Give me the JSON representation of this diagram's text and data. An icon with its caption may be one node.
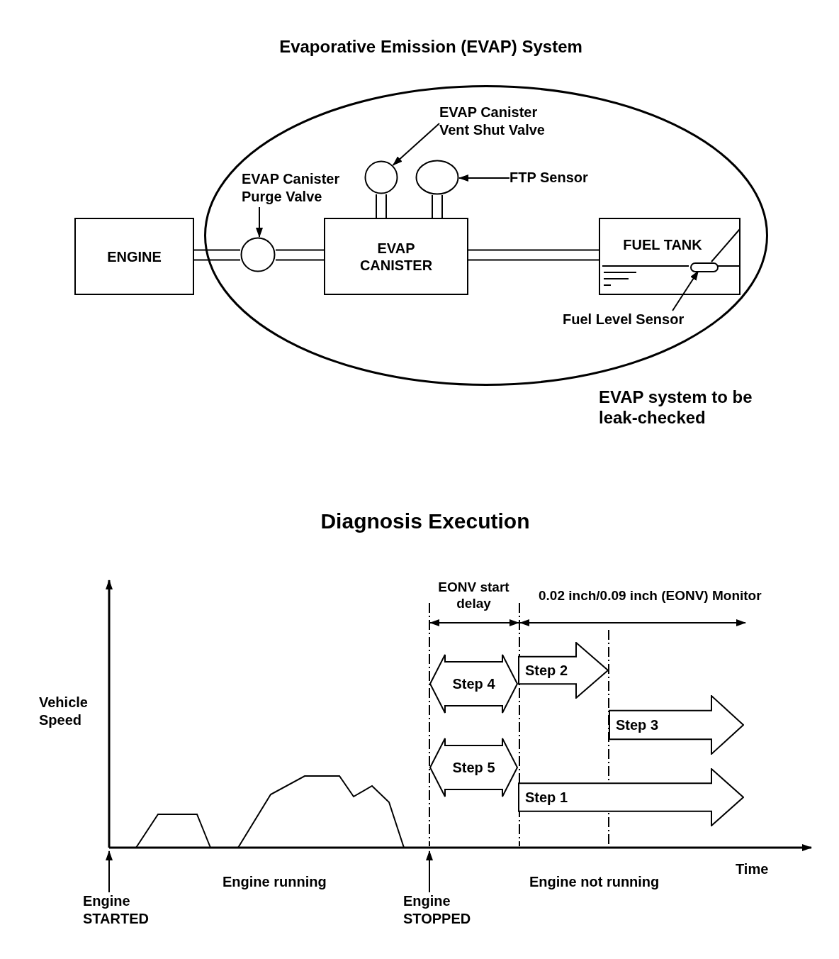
{
  "diagram": {
    "title": "Evaporative Emission (EVAP) System",
    "nodes": [
      {
        "text": [],
        "shape": "ellipse",
        "beside": [
          "EVAP system to be leak-checked"
        ]
      },
      {
        "text": [
          "ENGINE"
        ]
      },
      {
        "text": [],
        "shape": "circle",
        "in": 0
      },
      {
        "text": [
          "EVAP CANISTER"
        ],
        "in": 0
      },
      {
        "text": [],
        "shape": "circle",
        "in": 0
      },
      {
        "text": [],
        "shape": "circle",
        "in": 0
      },
      {
        "text": [
          "FUEL TANK"
        ],
        "in": 0
      },
      {
        "text": [],
        "shape": "capsule",
        "in": 6
      },
      {
        "text": [
          "EVAP Canister Purge Valve"
        ],
        "in": 0
      },
      {
        "text": [
          "EVAP Canister Vent Shut Valve"
        ],
        "in": 0
      },
      {
        "text": [
          "FTP Sensor"
        ],
        "in": 0
      },
      {
        "text": [
          "Fuel Level Sensor"
        ],
        "in": 0
      },
      {
        "text": [
          "Step 4"
        ]
      },
      {
        "text": [
          "Step 2"
        ]
      },
      {
        "text": [
          "Step 5"
        ]
      },
      {
        "text": [
          "Step 3"
        ]
      },
      {
        "text": [
          "Step 1"
        ]
      },
      {
        "text": [
          "Engine STARTED"
        ]
      },
      {
        "text": [
          "Engine STOPPED"
        ]
      }
    ],
    "edges": [
      {
        "from": 1,
        "to": 2,
        "arrow": "none",
        "style": "thick"
      },
      {
        "from": 2,
        "to": 3,
        "arrow": "none",
        "style": "thick"
      },
      {
        "from": 3,
        "to": 4,
        "arrow": "none",
        "style": "thick"
      },
      {
        "from": 3,
        "to": 5,
        "arrow": "none",
        "style": "thick"
      },
      {
        "from": 3,
        "to": 6,
        "arrow": "none",
        "style": "thick"
      },
      {
        "from": 8,
        "to": 2,
        "arrow": "to"
      },
      {
        "from": 9,
        "to": 4,
        "arrow": "to"
      },
      {
        "from": 10,
        "to": 5,
        "arrow": "to"
      },
      {
        "from": 11,
        "to": 7,
        "arrow": "to"
      },
      {
        "from": 17,
        "to": null,
        "arrow": "to"
      },
      {
        "from": 18,
        "to": null,
        "arrow": "to"
      }
    ],
    "labels": [
      "Diagnosis Execution",
      "EONV start delay",
      "0.02 inch/0.09 inch (EONV) Monitor",
      "Vehicle Speed",
      "Time",
      "Engine running",
      "Engine not running"
    ]
  }
}
